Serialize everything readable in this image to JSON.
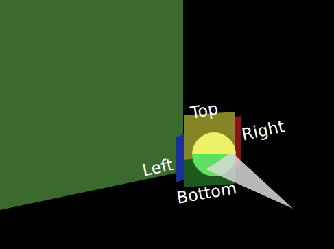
{
  "diagram": {
    "labels": [
      "Top",
      "Right",
      "Left",
      "Bottom"
    ]
  }
}
